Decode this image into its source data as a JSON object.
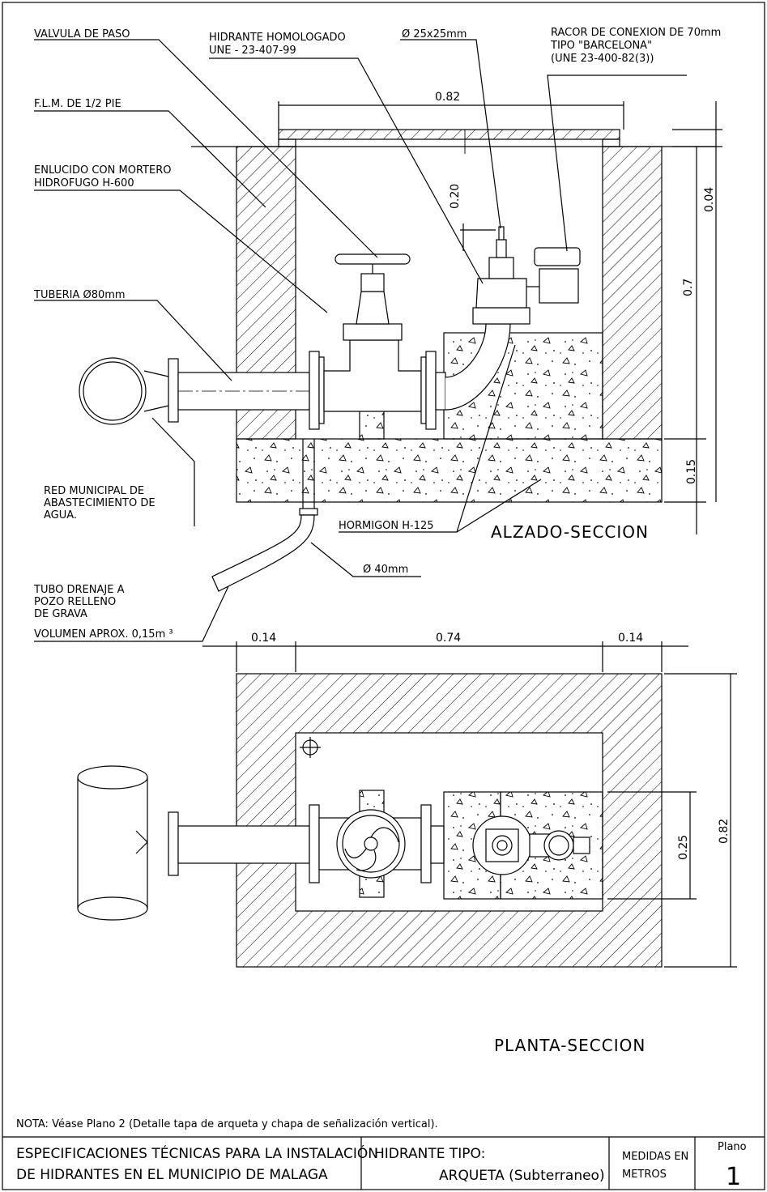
{
  "labels": {
    "valvula": "VALVULA DE PASO",
    "hidrante_1": "HIDRANTE HOMOLOGADO",
    "hidrante_2": "UNE - 23-407-99",
    "square": "Ø 25x25mm",
    "racor_1": "RACOR DE CONEXION DE 70mm",
    "racor_2": "TIPO \"BARCELONA\"",
    "racor_3": "(UNE 23-400-82(3))",
    "flm": "F.L.M. DE  1/2  PIE",
    "enlucido_1": "ENLUCIDO CON MORTERO",
    "enlucido_2": "HIDROFUGO H-600",
    "tuberia": "TUBERIA  Ø80mm",
    "red_1": "RED MUNICIPAL DE",
    "red_2": "ABASTECIMIENTO DE",
    "red_3": "AGUA.",
    "hormigon": "HORMIGON H-125",
    "drain": "Ø 40mm",
    "tubo_1": "TUBO DRENAJE A",
    "tubo_2": "POZO RELLENO",
    "tubo_3": "DE GRAVA",
    "tubo_4": "VOLUMEN APROX. 0,15m ³"
  },
  "dimensions": {
    "top_width": "0.82",
    "riser_height": "0.20",
    "cover": "0.04",
    "pit_depth": "0.7",
    "base_depth": "0.15",
    "plan_wall_left": "0.14",
    "plan_inner": "0.74",
    "plan_wall_right": "0.14",
    "plan_block": "0.25",
    "plan_depth": "0.82"
  },
  "titles": {
    "elevation": "ALZADO-SECCION",
    "plan": "PLANTA-SECCION"
  },
  "note": "NOTA: Véase Plano 2 (Detalle tapa de arqueta y chapa de señalización vertical).",
  "title_block": {
    "spec_1": "ESPECIFICACIONES TÉCNICAS PARA LA INSTALACIÓN",
    "spec_2": "DE HIDRANTES EN EL MUNICIPIO DE MALAGA",
    "type_label": "HIDRANTE TIPO:",
    "type_value": "ARQUETA (Subterraneo)",
    "units_1": "MEDIDAS EN",
    "units_2": "METROS",
    "plano_label": "Plano",
    "plano_number": "1"
  }
}
